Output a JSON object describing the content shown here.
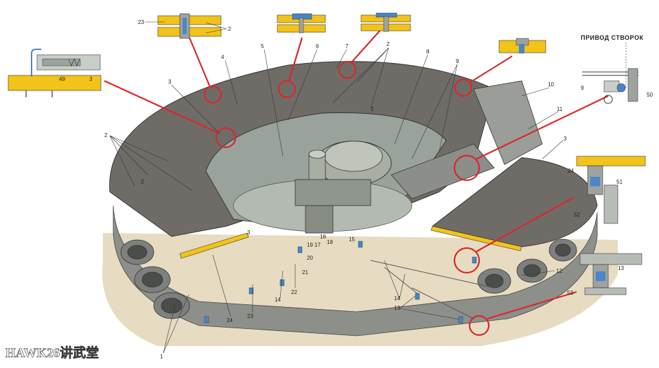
{
  "diagram": {
    "inset_title": "ПРИВОД СТВОРОК",
    "watermark": "HAWK26讲武堂",
    "colors": {
      "deck": "#6f6c68",
      "inner": "#9aa39b",
      "hub": "#a8aea4",
      "sand": "#e7dcc2",
      "yellow": "#f2c318",
      "accent": "#d8282a",
      "blue": "#4a86c8"
    },
    "callouts": {
      "n1": "1",
      "n2a": "2",
      "n2b": "2",
      "n2c": "2",
      "n2d": "2",
      "n2e": "2",
      "n3a": "3",
      "n3b": "3",
      "n3c": "3",
      "n3d": "3",
      "n4": "4",
      "n5": "5",
      "n6": "6",
      "n7": "7",
      "n8": "8",
      "n9a": "9",
      "n9b": "9",
      "n10": "10",
      "n11": "11",
      "n12": "12",
      "n13a": "13",
      "n13b": "13",
      "n14a": "14",
      "n14b": "14",
      "n15": "15",
      "n16": "16",
      "n17": "17",
      "n18": "18",
      "n19": "19",
      "n20": "20",
      "n21": "21",
      "n22": "22",
      "n23a": "23",
      "n23b": "23",
      "n24a": "24",
      "n24b": "24",
      "n49": "49",
      "n50": "50",
      "n51": "51",
      "n52": "52",
      "n53": "53"
    }
  }
}
